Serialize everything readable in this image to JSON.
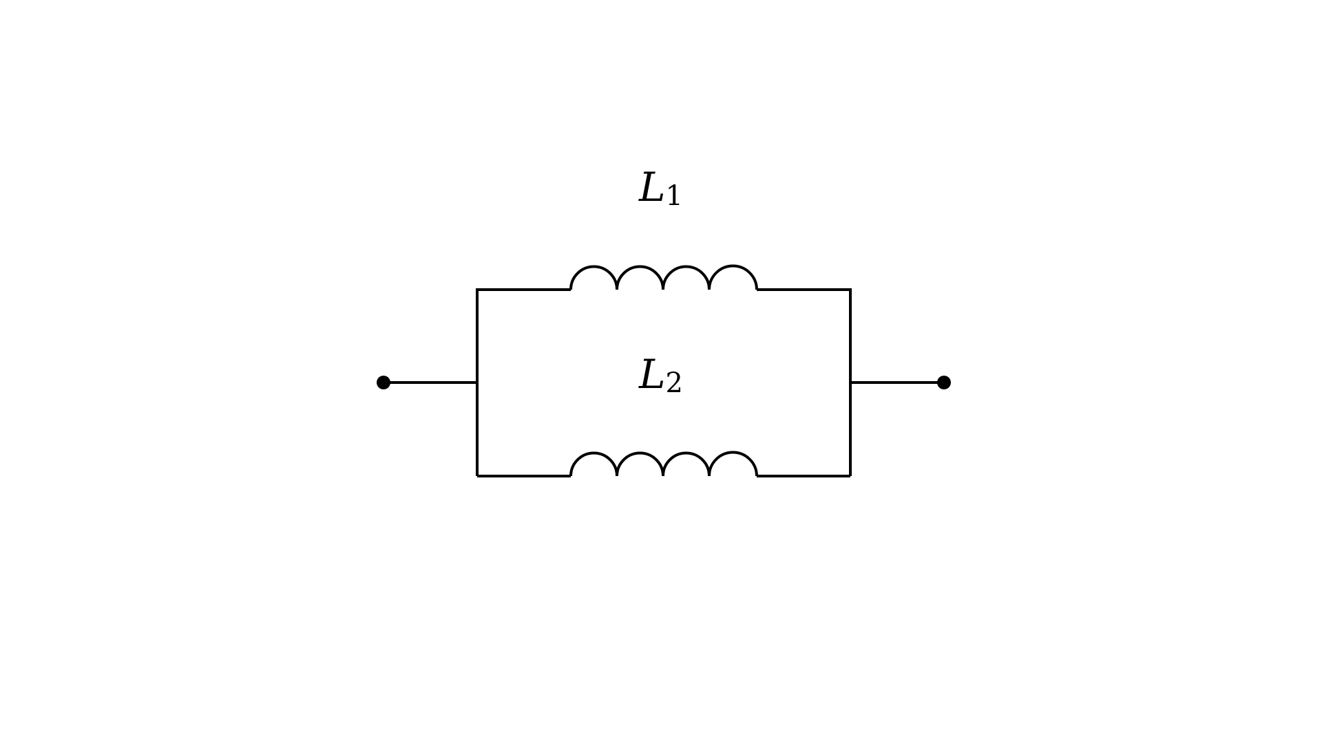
{
  "diagram": {
    "components": [
      {
        "type": "inductor",
        "label": {
          "symbol": "L",
          "subscript": "1"
        },
        "branch": "upper",
        "coil_turns": 4
      },
      {
        "type": "inductor",
        "label": {
          "symbol": "L",
          "subscript": "2"
        },
        "branch": "lower",
        "coil_turns": 4
      }
    ],
    "connection": "parallel",
    "terminals": [
      "left",
      "right"
    ],
    "line_color": "#000000",
    "background": "#ffffff"
  }
}
